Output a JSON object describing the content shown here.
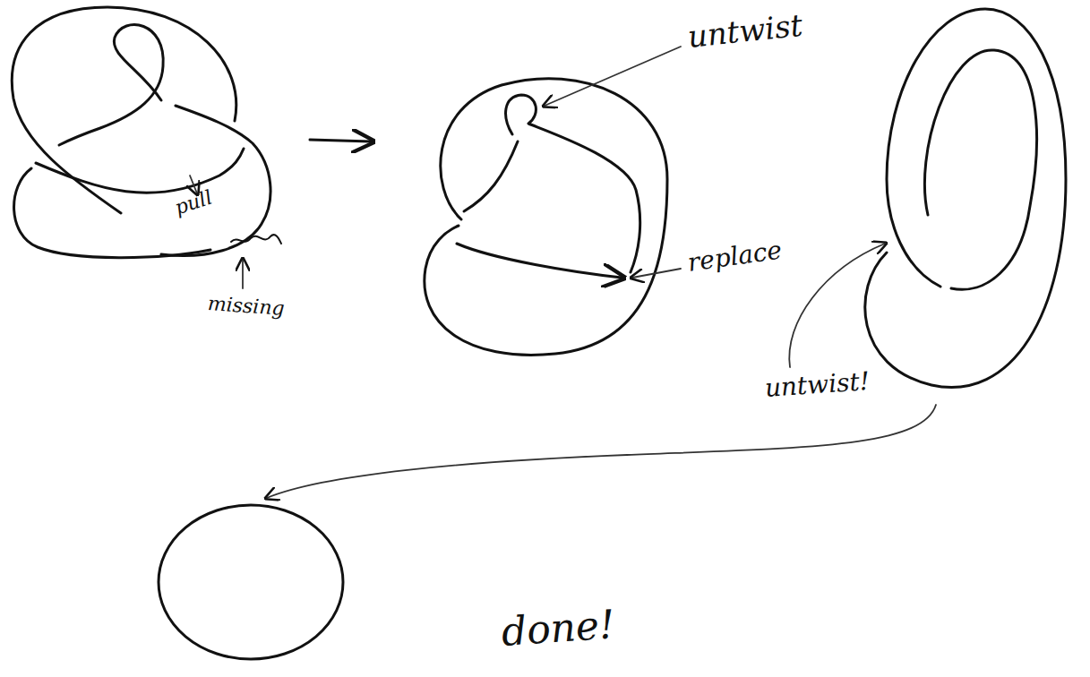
{
  "diagram": {
    "labels": [
      "pull",
      "missing",
      "untwist",
      "replace",
      "untwist!",
      "done!"
    ]
  }
}
